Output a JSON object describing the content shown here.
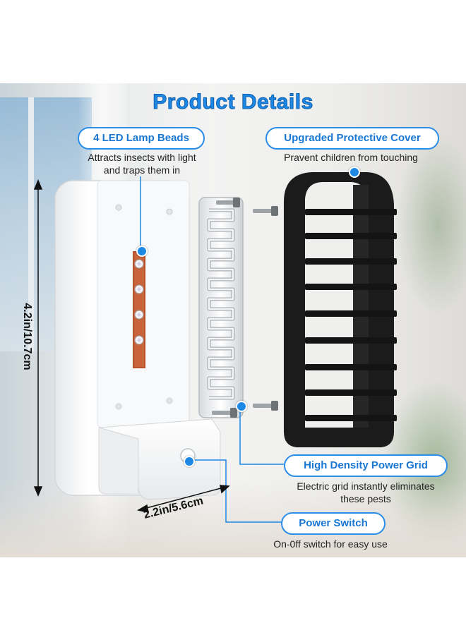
{
  "title": "Product Details",
  "labels": {
    "led": {
      "name": "4 LED Lamp Beads",
      "desc1": "Attracts insects with light",
      "desc2": "and traps them in"
    },
    "cover": {
      "name": "Upgraded Protective Cover",
      "desc1": "Pravent children from touching"
    },
    "grid": {
      "name": "High Density Power Grid",
      "desc1": "Electric grid instantly eliminates",
      "desc2": "these pests"
    },
    "switch": {
      "name": "Power Switch",
      "desc1": "On-0ff switch for easy use"
    }
  },
  "dimensions": {
    "height": "4.2in/10.7cm",
    "width": "2.2in/5.6cm"
  },
  "colors": {
    "accent": "#1e88e5",
    "pill_border": "#2a8ee8",
    "cover": "#1a1a1a",
    "body": "#f6f7f8"
  }
}
